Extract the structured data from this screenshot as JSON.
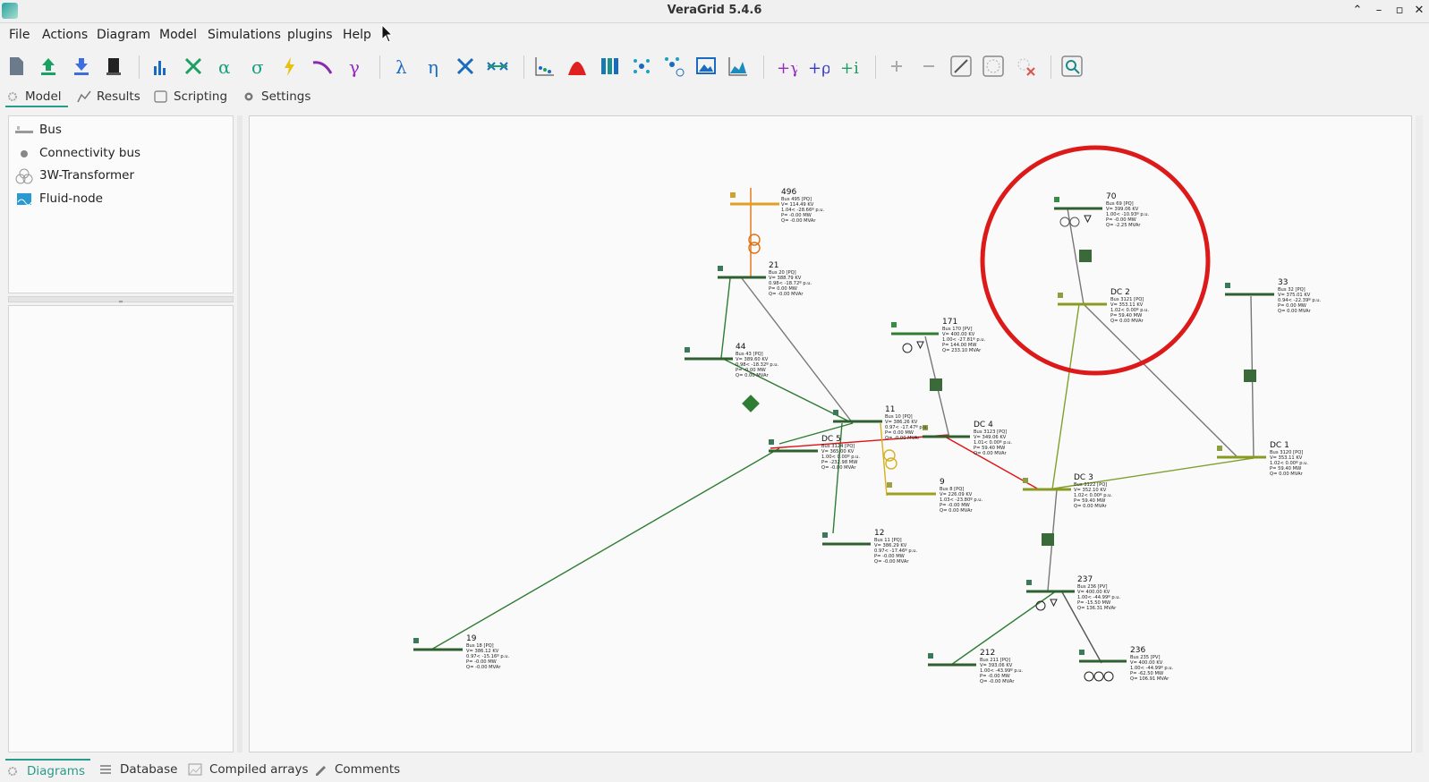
{
  "window": {
    "title": "VeraGrid 5.4.6"
  },
  "menu": [
    "File",
    "Actions",
    "Diagram",
    "Model",
    "Simulations",
    "plugins",
    "Help"
  ],
  "module_tabs": [
    "Model",
    "Results",
    "Scripting",
    "Settings"
  ],
  "library": [
    "Bus",
    "Connectivity bus",
    "3W-Transformer",
    "Fluid-node"
  ],
  "bottom_tabs": [
    "Diagrams",
    "Database",
    "Compiled arrays",
    "Comments"
  ],
  "colors": {
    "accent": "#2a9a8a",
    "line_green": "#2e7d32",
    "dc_line": "#7ea12e",
    "overload": "#e01010",
    "highlight_circle": "#dd1a1a",
    "transformer": "#e0a020"
  },
  "buses": [
    {
      "id": "496",
      "name": "496",
      "info": [
        "Bus 495 [PQ]",
        "V= 114.49 KV",
        "1.04< -28.66º p.u.",
        "P= -0.00 MW",
        "Q= -0.00 MVAr"
      ]
    },
    {
      "id": "21",
      "name": "21",
      "info": [
        "Bus 20 [PQ]",
        "V= 388.79 KV",
        "0.98< -18.72º p.u.",
        "P= 0.00 MW",
        "Q= -0.00 MVAr"
      ]
    },
    {
      "id": "44",
      "name": "44",
      "info": [
        "Bus 43 [PQ]",
        "V= 389.60 KV",
        "0.98< -18.32º p.u.",
        "P= -0.00 MW",
        "Q= 0.00 MVAr"
      ]
    },
    {
      "id": "171",
      "name": "171",
      "info": [
        "Bus 170 [PV]",
        "V= 400.00 KV",
        "1.00< -27.81º p.u.",
        "P= 144.00 MW",
        "Q= 233.10 MVAr"
      ]
    },
    {
      "id": "11",
      "name": "11",
      "info": [
        "Bus 10 [PQ]",
        "V= 386.26 KV",
        "0.97< -17.47º p.u.",
        "P= 0.00 MW",
        "Q= -0.00 MVAr"
      ]
    },
    {
      "id": "DC4",
      "name": "DC 4",
      "info": [
        "Bus 3123 [PQ]",
        "V= 349.06 KV",
        "1.01< 0.00º p.u.",
        "P= 59.40 MW",
        "Q= 0.00 MVAr"
      ]
    },
    {
      "id": "DC5",
      "name": "DC 5",
      "info": [
        "Bus 3124 [PQ]",
        "V= 365.00 KV",
        "1.00< 0.00º p.u.",
        "P= -232.98 MW",
        "Q= -0.00 MVAr"
      ]
    },
    {
      "id": "9",
      "name": "9",
      "info": [
        "Bus 8 [PQ]",
        "V= 226.09 KV",
        "1.03< -23.80º p.u.",
        "P= -0.00 MW",
        "Q= 0.00 MVAr"
      ]
    },
    {
      "id": "12",
      "name": "12",
      "info": [
        "Bus 11 [PQ]",
        "V= 386.29 KV",
        "0.97< -17.46º p.u.",
        "P= -0.00 MW",
        "Q= -0.00 MVAr"
      ]
    },
    {
      "id": "19",
      "name": "19",
      "info": [
        "Bus 18 [PQ]",
        "V= 386.12 KV",
        "0.97< -15.16º p.u.",
        "P= -0.00 MW",
        "Q= -0.00 MVAr"
      ]
    },
    {
      "id": "70",
      "name": "70",
      "info": [
        "Bus 69 [PQ]",
        "V= 399.06 KV",
        "1.00< -10.93º p.u.",
        "P= -0.00 MW",
        "Q= -2.25 MVAr"
      ]
    },
    {
      "id": "DC2",
      "name": "DC 2",
      "info": [
        "Bus 3121 [PQ]",
        "V= 353.11 KV",
        "1.02< 0.00º p.u.",
        "P= 59.40 MW",
        "Q= 0.00 MVAr"
      ]
    },
    {
      "id": "33",
      "name": "33",
      "info": [
        "Bus 32 [PQ]",
        "V= 375.01 KV",
        "0.94< -22.39º p.u.",
        "P= 0.00 MW",
        "Q= 0.00 MVAr"
      ]
    },
    {
      "id": "DC1",
      "name": "DC 1",
      "info": [
        "Bus 3120 [PQ]",
        "V= 353.11 KV",
        "1.02< 0.00º p.u.",
        "P= 59.40 MW",
        "Q= 0.00 MVAr"
      ]
    },
    {
      "id": "DC3",
      "name": "DC 3",
      "info": [
        "Bus 3122 [PQ]",
        "V= 352.10 KV",
        "1.02< 0.00º p.u.",
        "P= 59.40 MW",
        "Q= 0.00 MVAr"
      ]
    },
    {
      "id": "237",
      "name": "237",
      "info": [
        "Bus 236 [PV]",
        "V= 400.00 KV",
        "1.00< -44.99º p.u.",
        "P= -15.50 MW",
        "Q= 136.31 MVAr"
      ]
    },
    {
      "id": "212",
      "name": "212",
      "info": [
        "Bus 211 [PQ]",
        "V= 393.06 KV",
        "1.00< -43.99º p.u.",
        "P= -0.00 MW",
        "Q= -0.00 MVAr"
      ]
    },
    {
      "id": "236",
      "name": "236",
      "info": [
        "Bus 235 [PV]",
        "V= 400.00 KV",
        "1.00< -44.99º p.u.",
        "P= -62.50 MW",
        "Q= 106.91 MVAr"
      ]
    }
  ]
}
